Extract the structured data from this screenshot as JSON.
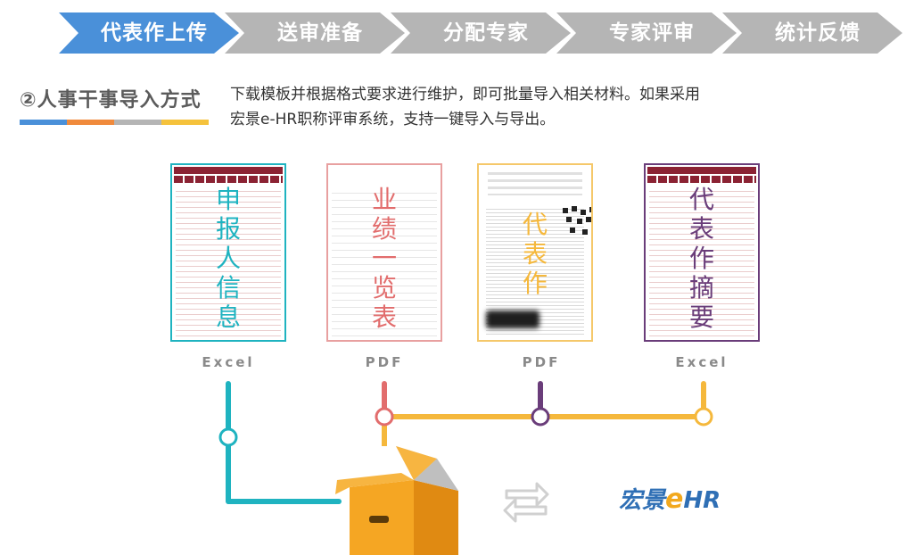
{
  "steps": [
    {
      "label": "代表作上传",
      "active": true
    },
    {
      "label": "送审准备",
      "active": false
    },
    {
      "label": "分配专家",
      "active": false
    },
    {
      "label": "专家评审",
      "active": false
    },
    {
      "label": "统计反馈",
      "active": false
    }
  ],
  "colors": {
    "step_active": "#4a90d9",
    "step_inactive": "#b5b5b5",
    "teal": "#1fb3c0",
    "coral": "#e26d6d",
    "orange": "#f5b83c",
    "purple": "#6a3d7a",
    "title_bar": [
      "#4a90d9",
      "#f08a3c",
      "#b5b5b5",
      "#f5c23c"
    ]
  },
  "section": {
    "title": "②人事干事导入方式",
    "description_line1": "下载模板并根据格式要求进行维护，即可批量导入相关材料。如果采用",
    "description_line2": "宏景e-HR职称评审系统，支持一键导入与导出。"
  },
  "documents": [
    {
      "text": "申\n报\n人\n信\n息",
      "format": "Excel",
      "color": "#1fb3c0"
    },
    {
      "text": "业\n绩\n一\n览\n表",
      "format": "PDF",
      "color": "#e26d6d"
    },
    {
      "text": "代\n表\n作",
      "format": "PDF",
      "color": "#f5b83c"
    },
    {
      "text": "代\n表\n作\n摘\n要",
      "format": "Excel",
      "color": "#6a3d7a"
    }
  ],
  "icons": {
    "box": "open-box-icon",
    "transfer": "transfer-arrows-icon"
  },
  "logo": {
    "prefix": "宏景",
    "e": "e",
    "suffix": "HR"
  }
}
